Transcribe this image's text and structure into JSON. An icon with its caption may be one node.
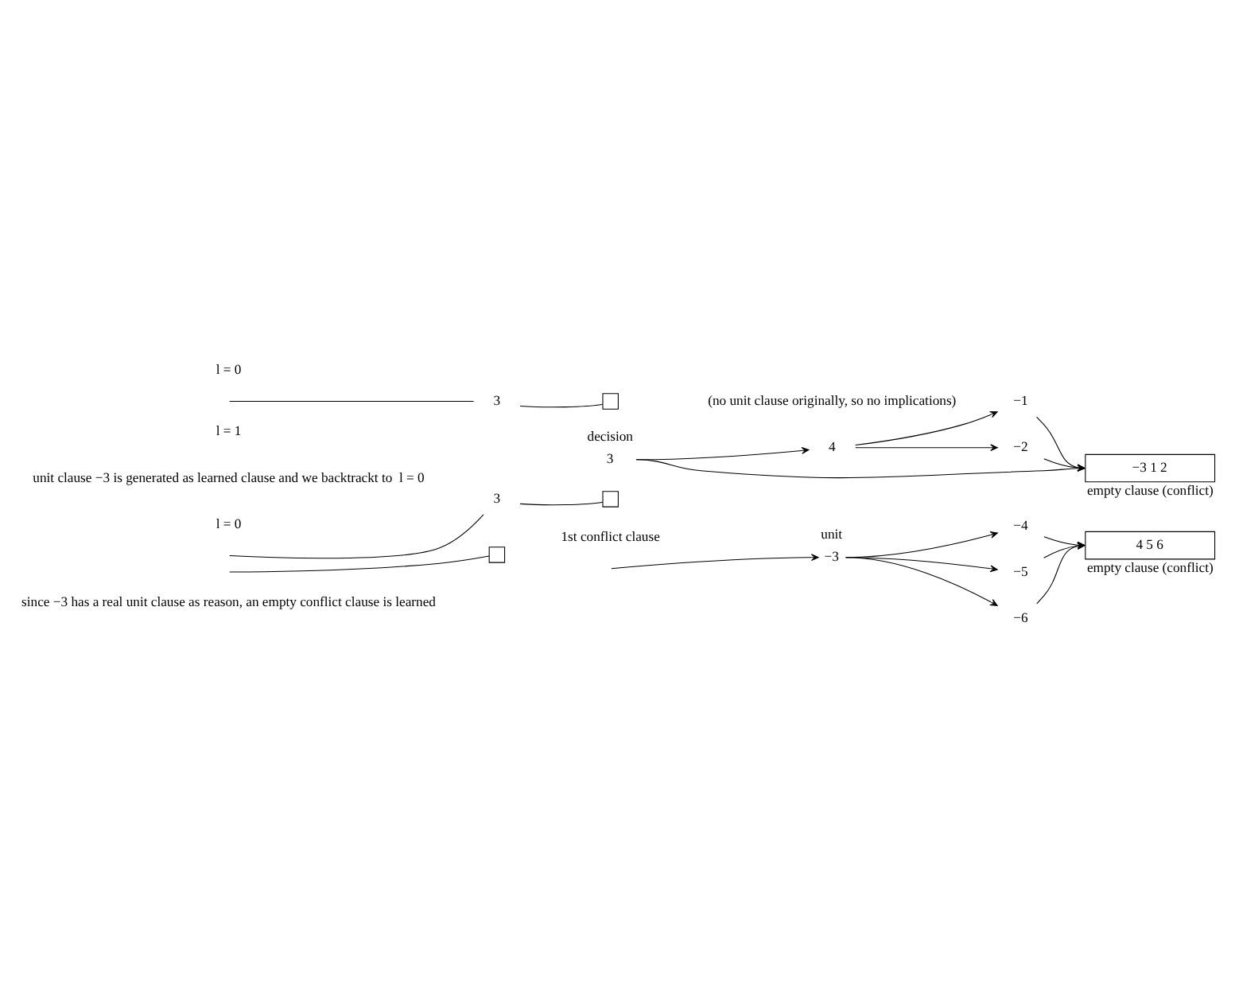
{
  "diagram": {
    "nodes": [
      {
        "text": [
          "3"
        ]
      },
      {
        "text": [],
        "shape": "box"
      },
      {
        "text": [
          "3"
        ],
        "beside": [
          "decision"
        ]
      },
      {
        "text": [
          "4"
        ]
      },
      {
        "text": [
          "−1"
        ]
      },
      {
        "text": [
          "−2"
        ]
      },
      {
        "text": [
          "−3 1 2"
        ],
        "beside": [
          "empty clause (conflict)"
        ]
      },
      {
        "text": [
          "3"
        ]
      },
      {
        "text": [],
        "shape": "box"
      },
      {
        "text": [],
        "shape": "box"
      },
      {
        "text": [
          "−3"
        ],
        "beside": [
          "unit"
        ]
      },
      {
        "text": [
          "−4"
        ]
      },
      {
        "text": [
          "−5"
        ]
      },
      {
        "text": [
          "−6"
        ]
      },
      {
        "text": [
          "4 5 6"
        ],
        "beside": [
          "empty clause (conflict)"
        ]
      }
    ],
    "edges": [
      {
        "from": null,
        "to": 0,
        "arrow": "none"
      },
      {
        "from": 0,
        "to": 1,
        "arrow": "none"
      },
      {
        "from": 2,
        "to": 3,
        "arrow": "to"
      },
      {
        "from": 3,
        "to": 4,
        "arrow": "to"
      },
      {
        "from": 3,
        "to": 5,
        "arrow": "to"
      },
      {
        "from": 4,
        "to": 6,
        "arrow": "to"
      },
      {
        "from": 5,
        "to": 6,
        "arrow": "to"
      },
      {
        "from": 2,
        "to": 6,
        "arrow": "to"
      },
      {
        "from": null,
        "to": 7,
        "arrow": "none"
      },
      {
        "from": null,
        "to": 8,
        "arrow": "none"
      },
      {
        "from": 7,
        "to": 9,
        "arrow": "none"
      },
      {
        "from": null,
        "to": 10,
        "arrow": "to"
      },
      {
        "from": 10,
        "to": 11,
        "arrow": "to"
      },
      {
        "from": 10,
        "to": 12,
        "arrow": "to"
      },
      {
        "from": 10,
        "to": 13,
        "arrow": "to"
      },
      {
        "from": 11,
        "to": 14,
        "arrow": "to"
      },
      {
        "from": 12,
        "to": 14,
        "arrow": "to"
      },
      {
        "from": 13,
        "to": 14,
        "arrow": "to"
      }
    ],
    "labels": [
      "l = 0",
      "(no unit clause originally, so no implications)",
      "l = 1",
      "unit clause −3 is generated as learned clause and we backtrackt to  l = 0",
      "l = 0",
      "1st conflict clause",
      "since −3 has a real unit clause as reason, an empty conflict clause is learned"
    ]
  }
}
